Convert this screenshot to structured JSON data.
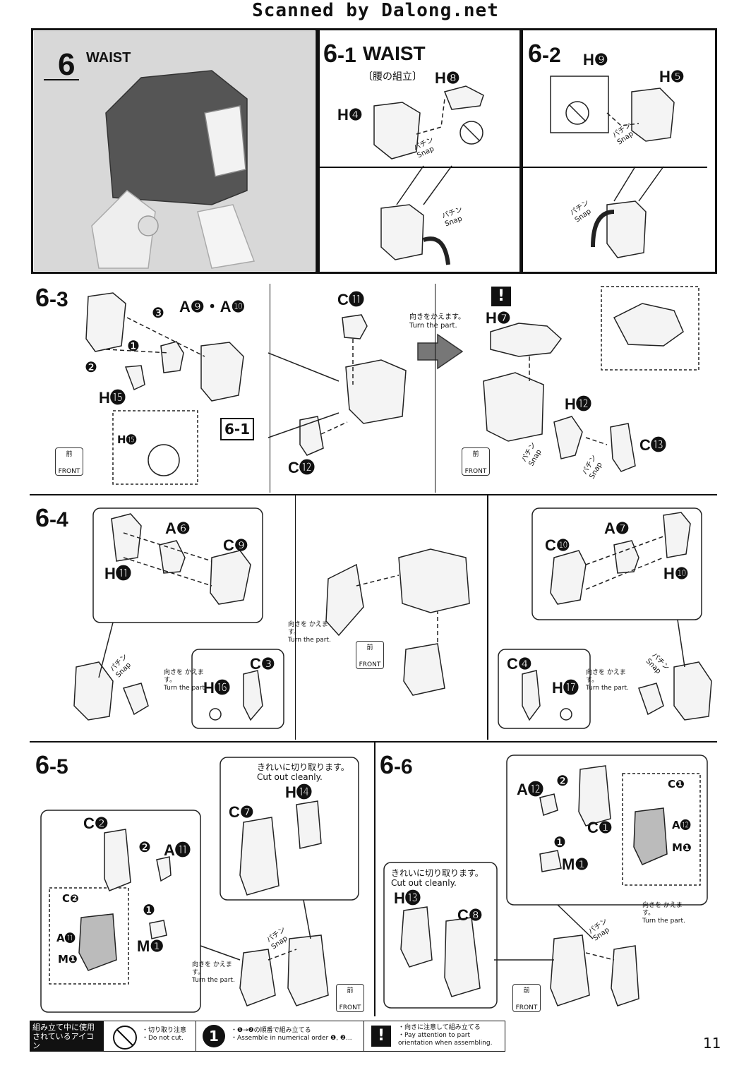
{
  "header": {
    "scan_credit": "Scanned by Dalong.net"
  },
  "step6": {
    "number": "6",
    "title": "WAIST"
  },
  "step6_1": {
    "number": "6",
    "sub": "-1",
    "title": "WAIST",
    "title_ja": "〔腰の組立〕",
    "parts": [
      "H❽",
      "H❹"
    ],
    "snap_ja": "パチン",
    "snap_en": "Snap"
  },
  "step6_2": {
    "number": "6",
    "sub": "-2",
    "parts": [
      "H❾",
      "H❺"
    ],
    "snap_ja": "パチン",
    "snap_en": "Snap"
  },
  "step6_3": {
    "number": "6",
    "sub": "-3",
    "parts": [
      "A❾・A❿",
      "H⓯",
      "H⓯",
      "C⓫",
      "C⓬",
      "H❼",
      "H⓬",
      "C⓭"
    ],
    "ref": "6-1",
    "turn_ja": "向きをかえます。",
    "turn_en": "Turn the part.",
    "snap_ja": "パチン",
    "snap_en": "Snap"
  },
  "step6_4": {
    "number": "6",
    "sub": "-4",
    "parts": [
      "A❻",
      "C❾",
      "H⓫",
      "A❼",
      "C❿",
      "H❿",
      "C❸",
      "H⓰",
      "C❹",
      "H⓱"
    ],
    "turn_ja": "向きを かえます。",
    "turn_en": "Turn the part.",
    "snap_ja": "パチン",
    "snap_en": "Snap"
  },
  "step6_5": {
    "number": "6",
    "sub": "-5",
    "parts": [
      "C❷",
      "A⓫",
      "M❶",
      "C❷",
      "A⓫",
      "M❶",
      "C❼",
      "H⓮"
    ],
    "cut_ja": "きれいに切り取ります。",
    "cut_en": "Cut out cleanly.",
    "turn_ja": "向きを かえます。",
    "turn_en": "Turn the part.",
    "snap_ja": "パチン",
    "snap_en": "Snap"
  },
  "step6_6": {
    "number": "6",
    "sub": "-6",
    "parts": [
      "A⓬",
      "C❶",
      "M❶",
      "C❶",
      "A⓬",
      "M❶",
      "H⓭",
      "C❽"
    ],
    "cut_ja": "きれいに切り取ります。",
    "cut_en": "Cut out cleanly.",
    "turn_ja": "向きを かえます。",
    "turn_en": "Turn the part.",
    "snap_ja": "パチン",
    "snap_en": "Snap"
  },
  "front_badge": {
    "ja": "前",
    "en": "FRONT"
  },
  "markers": {
    "one": "❶",
    "two": "❷",
    "three": "❸",
    "attention": "!"
  },
  "legend": {
    "title_ja": "組み立て中に使用されているアイコン",
    "title_en": "Symbols used in instructions",
    "do_not_cut_ja": "・切り取り注意",
    "do_not_cut_en": "・Do not cut.",
    "order_ja": "・❶→❷の順番で組み立てる",
    "order_en": "・Assemble in numerical order ❶, ❷...",
    "orient_ja": "・向きに注意して組み立てる",
    "orient_en": "・Pay attention to part orientation when assembling."
  },
  "page_number": "11"
}
